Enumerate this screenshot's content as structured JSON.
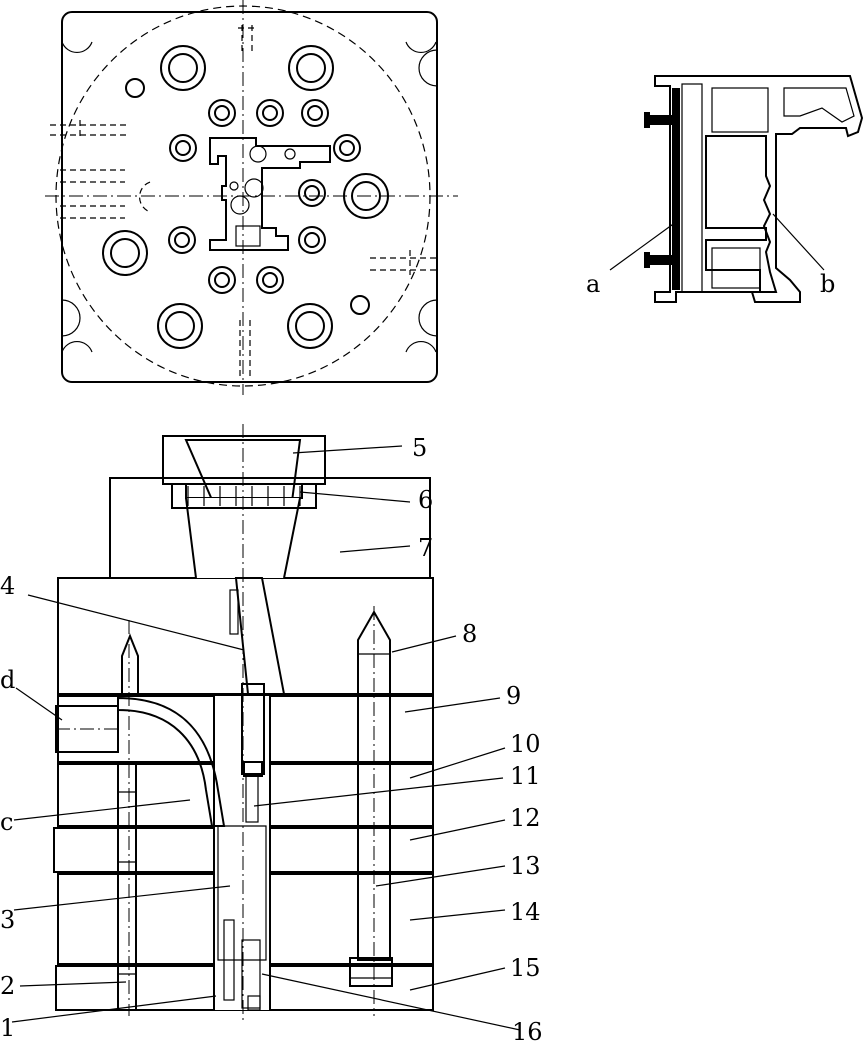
{
  "profile_labels": {
    "a": "a",
    "b": "b"
  },
  "section_labels": {
    "n1": "1",
    "n2": "2",
    "n3": "3",
    "n4": "4",
    "n5": "5",
    "n6": "6",
    "n7": "7",
    "n8": "8",
    "n9": "9",
    "n10": "10",
    "n11": "11",
    "n12": "12",
    "n13": "13",
    "n14": "14",
    "n15": "15",
    "n16": "16",
    "c": "c",
    "d": "d"
  }
}
